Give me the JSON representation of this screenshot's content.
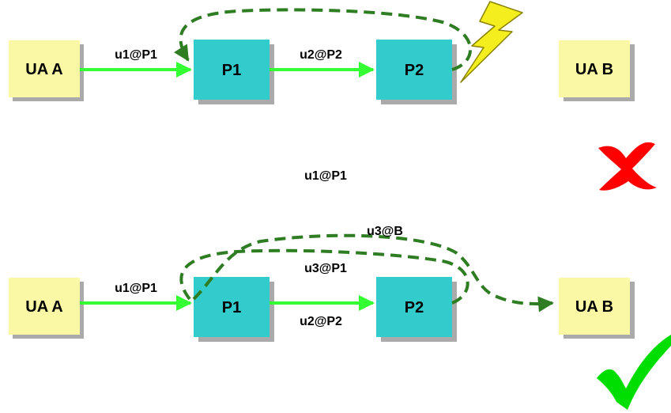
{
  "colors": {
    "ua_fill": "#FAF7A5",
    "proxy_fill": "#33CCCC",
    "shadow": "#AAAAAA",
    "request_arrow": "#33FF33",
    "response_arrow": "#2E7D22",
    "lightning": "#F5EE1E",
    "cross": "#FF0000",
    "check": "#00DD00"
  },
  "top": {
    "nodes": {
      "ua_a": "UA A",
      "p1": "P1",
      "p2": "P2",
      "ua_b": "UA B"
    },
    "labels": {
      "ua_a_to_p1": "u1@P1",
      "p1_to_p2": "u2@P2"
    },
    "icons": {
      "failure": "lightning-icon"
    }
  },
  "middle_label": "u1@P1",
  "result_icons": {
    "top": "cross-icon",
    "bottom": "check-icon"
  },
  "bottom": {
    "nodes": {
      "ua_a": "UA A",
      "p1": "P1",
      "p2": "P2",
      "ua_b": "UA B"
    },
    "labels": {
      "ua_a_to_p1": "u1@P1",
      "p1_to_p2": "u2@P2",
      "loop_outer": "u3@B",
      "loop_inner": "u3@P1"
    }
  }
}
